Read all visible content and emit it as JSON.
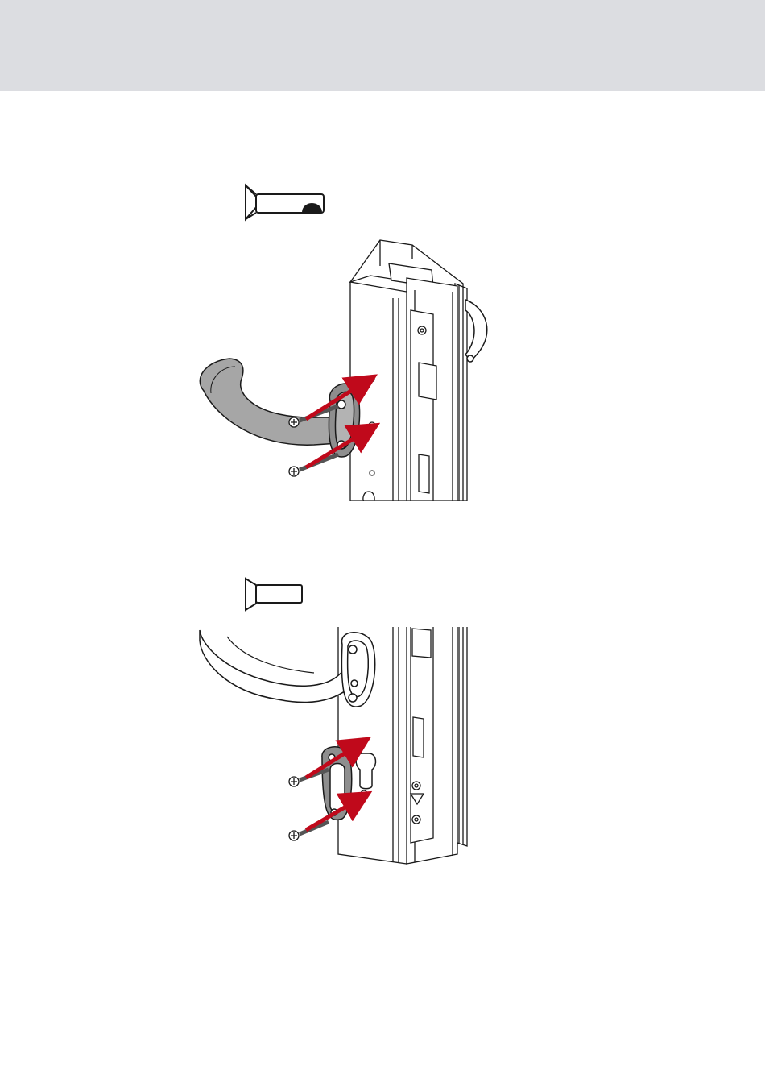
{
  "page": {
    "header_band_color": "#dcdde1",
    "background_color": "#ffffff"
  },
  "colors": {
    "line": "#1a1a1a",
    "handle_fill": "#a6a6a6",
    "rose_fill": "#8e8e8e",
    "arrow_red": "#c0091b",
    "profile_fill": "#ffffff"
  },
  "steps": [
    {
      "id": "step-1",
      "screw_icon": "countersunk-screw-long-with-bit-icon",
      "parts": [
        "lever-handle",
        "handle-rose",
        "fixing-screws",
        "door-profile",
        "mortise-lock"
      ]
    },
    {
      "id": "step-2",
      "screw_icon": "countersunk-screw-short-icon",
      "parts": [
        "lever-handle-mounted",
        "cylinder-rose",
        "fixing-screws",
        "door-profile",
        "mortise-lock"
      ]
    }
  ]
}
